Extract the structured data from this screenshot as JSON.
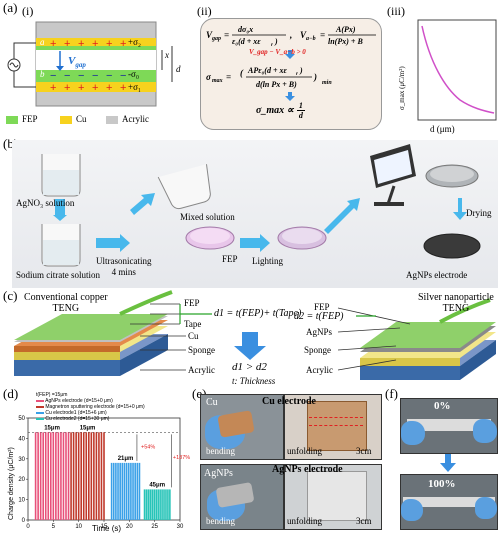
{
  "panels": {
    "a": "(a)",
    "a_i": "(i)",
    "a_ii": "(ii)",
    "a_iii": "(iii)",
    "b": "(b)",
    "c": "(c)",
    "d": "(d)",
    "e": "(e)",
    "f": "(f)"
  },
  "a_i": {
    "top_label": "a",
    "bottom_label": "b",
    "top_charge": "+σ₂",
    "mid_charge": "-σ₀",
    "bot_charge": "+σ₁",
    "v_gap": "V",
    "v_gap_sub": "gap",
    "x": "x",
    "d": "d",
    "legend": [
      "FEP",
      "Cu",
      "Acrylic"
    ],
    "colors": {
      "fep": "#7ed957",
      "cu": "#f7d21e",
      "acrylic": "#c8c8c8"
    }
  },
  "a_ii": {
    "condition": "V_gap − V_a−b > 0",
    "result_prefix": "σ_max ∝",
    "numerator": "1",
    "denominator": "d"
  },
  "a_iii": {
    "ylabel": "σ_max (μC/m²)",
    "xlabel": "d (μm)",
    "line_color": "#d050c8"
  },
  "b": {
    "agno3": "AgNO₃ solution",
    "sodium": "Sodium citrate solution",
    "ultrasonic": "Ultrasonicating\n4 mins",
    "mixed": "Mixed solution",
    "fep": "FEP",
    "lighting": "Lighting",
    "drying": "Drying",
    "electrode": "AgNPs electrode"
  },
  "c": {
    "conv_title": "Conventional copper\nTENG",
    "silver_title": "Silver nanoparticle\nTENG",
    "left_layers": [
      "FEP",
      "Tape",
      "Cu",
      "Sponge",
      "Acrylic"
    ],
    "right_layers": [
      "FEP",
      "AgNPs",
      "Sponge",
      "Acrylic"
    ],
    "eq1": "d1 = t(FEP)+ t(Tape)",
    "eq2": "d2 = t(FEP)",
    "compare": "d1 > d2",
    "thickness": "t: Thickness"
  },
  "d": {
    "legend_title": "t(FEP) =15μm",
    "legend": [
      {
        "name": "AgNPs electrode (d=15+0 μm)",
        "color": "#e8507a"
      },
      {
        "name": "Magnetron sputtering electrode (d=15+0 μm)",
        "color": "#c0392b"
      },
      {
        "name": "Cu electrode1 (d=15+6 μm)",
        "color": "#3aa0e8"
      },
      {
        "name": "Cu electrode2 (d=15+30 μm)",
        "color": "#27c4b8"
      }
    ],
    "bar_labels": [
      "15μm",
      "15μm",
      "21μm",
      "45μm"
    ],
    "pct1": "+54%",
    "pct2": "+187%",
    "ylabel": "Charge density (μC/m²)",
    "xlabel": "Time (s)",
    "xticks": [
      "0",
      "5",
      "10",
      "15",
      "20",
      "25",
      "30"
    ],
    "yticks": [
      "0",
      "10",
      "20",
      "30",
      "40",
      "50"
    ]
  },
  "chart_data": {
    "type": "bar",
    "categories": [
      "AgNPs electrode",
      "Magnetron sputtering electrode",
      "Cu electrode1",
      "Cu electrode2"
    ],
    "values": [
      43,
      43,
      28,
      15
    ],
    "x_ranges": [
      [
        1.5,
        8
      ],
      [
        8.5,
        15
      ],
      [
        16.5,
        22
      ],
      [
        23,
        28
      ]
    ],
    "xlabel": "Time (s)",
    "ylabel": "Charge density (μC/m²)",
    "xlim": [
      0,
      30
    ],
    "ylim": [
      0,
      50
    ]
  },
  "e": {
    "cu_label": "Cu",
    "cu_title": "Cu electrode",
    "ag_label": "AgNPs",
    "ag_title": "AgNPs electrode",
    "bending": "bending",
    "unfolding": "unfolding",
    "scale": "3cm"
  },
  "f": {
    "pct0": "0%",
    "pct100": "100%"
  }
}
